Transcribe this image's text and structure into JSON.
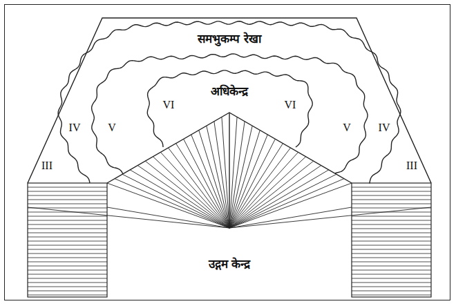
{
  "diagram": {
    "labels": [
      "समभुकम्प रेखा",
      "अधिकेन्द्र",
      "IV",
      "V",
      "VI",
      "VI",
      "V",
      "IV",
      "III",
      "III",
      "उद्गम केन्द्र"
    ]
  }
}
